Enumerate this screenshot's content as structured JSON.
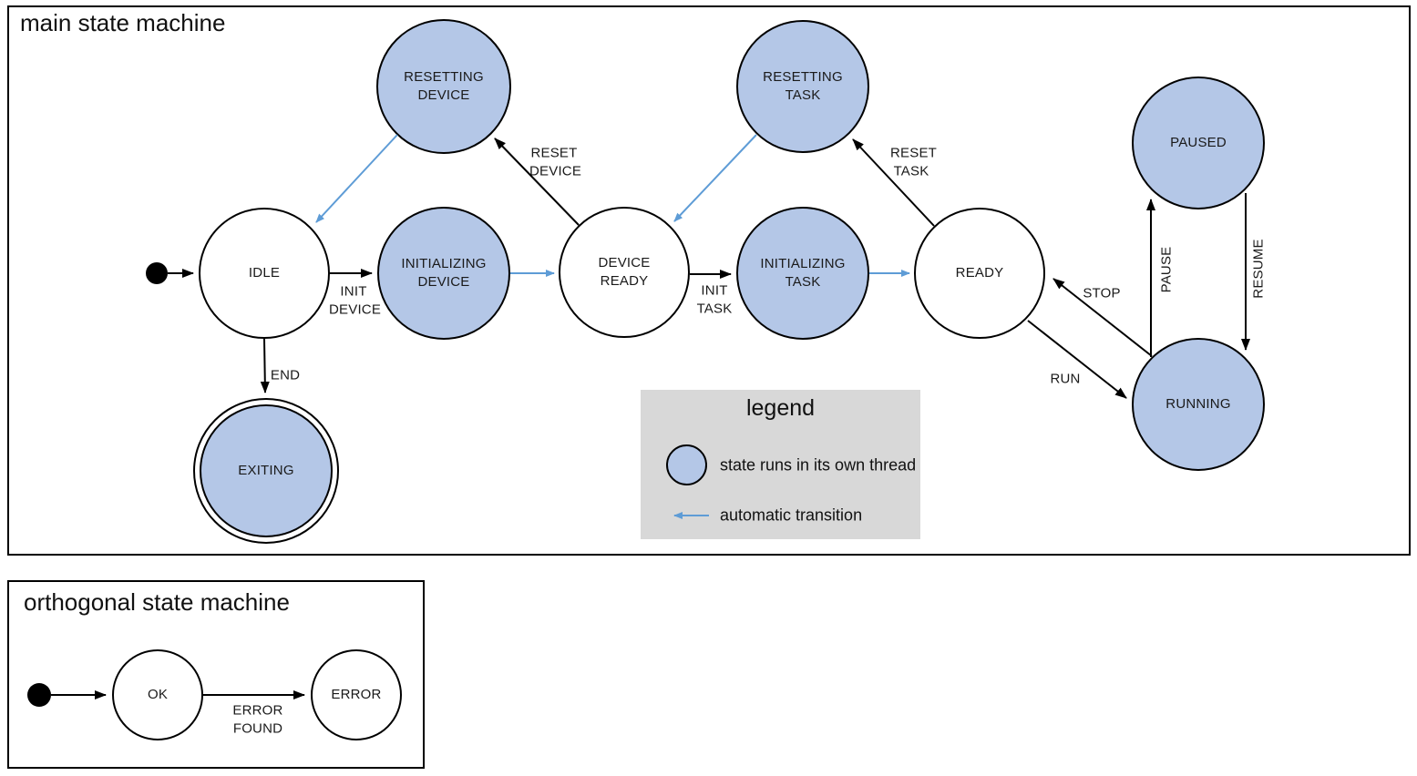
{
  "colors": {
    "thread_fill": "#b4c7e7",
    "auto_arrow": "#5e9cd6",
    "legend_bg": "#d8d8d8",
    "outline": "#000000"
  },
  "main_machine": {
    "title": "main state machine",
    "has_initial_marker": true,
    "states": [
      {
        "id": "idle",
        "label": "IDLE",
        "threaded": false,
        "final": false
      },
      {
        "id": "resetting-device",
        "label": "RESETTING DEVICE",
        "threaded": true,
        "final": false
      },
      {
        "id": "initializing-device",
        "label": "INITIALIZING DEVICE",
        "threaded": true,
        "final": false
      },
      {
        "id": "device-ready",
        "label": "DEVICE READY",
        "threaded": false,
        "final": false
      },
      {
        "id": "resetting-task",
        "label": "RESETTING TASK",
        "threaded": true,
        "final": false
      },
      {
        "id": "initializing-task",
        "label": "INITIALIZING TASK",
        "threaded": true,
        "final": false
      },
      {
        "id": "ready",
        "label": "READY",
        "threaded": false,
        "final": false
      },
      {
        "id": "paused",
        "label": "PAUSED",
        "threaded": true,
        "final": false
      },
      {
        "id": "running",
        "label": "RUNNING",
        "threaded": true,
        "final": false
      },
      {
        "id": "exiting",
        "label": "EXITING",
        "threaded": true,
        "final": true
      }
    ],
    "transitions": [
      {
        "from": "start",
        "to": "idle",
        "label": "",
        "type": "event"
      },
      {
        "from": "idle",
        "to": "initializing-device",
        "label": "INIT DEVICE",
        "type": "event"
      },
      {
        "from": "initializing-device",
        "to": "device-ready",
        "label": "",
        "type": "automatic"
      },
      {
        "from": "device-ready",
        "to": "resetting-device",
        "label": "RESET DEVICE",
        "type": "event"
      },
      {
        "from": "resetting-device",
        "to": "idle",
        "label": "",
        "type": "automatic"
      },
      {
        "from": "device-ready",
        "to": "initializing-task",
        "label": "INIT TASK",
        "type": "event"
      },
      {
        "from": "initializing-task",
        "to": "ready",
        "label": "",
        "type": "automatic"
      },
      {
        "from": "ready",
        "to": "resetting-task",
        "label": "RESET TASK",
        "type": "event"
      },
      {
        "from": "resetting-task",
        "to": "device-ready",
        "label": "",
        "type": "automatic"
      },
      {
        "from": "idle",
        "to": "exiting",
        "label": "END",
        "type": "event"
      },
      {
        "from": "ready",
        "to": "running",
        "label": "RUN",
        "type": "event"
      },
      {
        "from": "running",
        "to": "ready",
        "label": "STOP",
        "type": "event"
      },
      {
        "from": "running",
        "to": "paused",
        "label": "PAUSE",
        "type": "event"
      },
      {
        "from": "paused",
        "to": "running",
        "label": "RESUME",
        "type": "event"
      }
    ]
  },
  "legend": {
    "title": "legend",
    "items": [
      {
        "symbol": "thread-circle",
        "label": "state runs in its own thread"
      },
      {
        "symbol": "auto-arrow",
        "label": "automatic transition"
      }
    ]
  },
  "orthogonal_machine": {
    "title": "orthogonal state machine",
    "has_initial_marker": true,
    "states": [
      {
        "id": "ok",
        "label": "OK",
        "threaded": false,
        "final": false
      },
      {
        "id": "error",
        "label": "ERROR",
        "threaded": false,
        "final": false
      }
    ],
    "transitions": [
      {
        "from": "start",
        "to": "ok",
        "label": "",
        "type": "event"
      },
      {
        "from": "ok",
        "to": "error",
        "label": "ERROR FOUND",
        "type": "event"
      }
    ]
  }
}
